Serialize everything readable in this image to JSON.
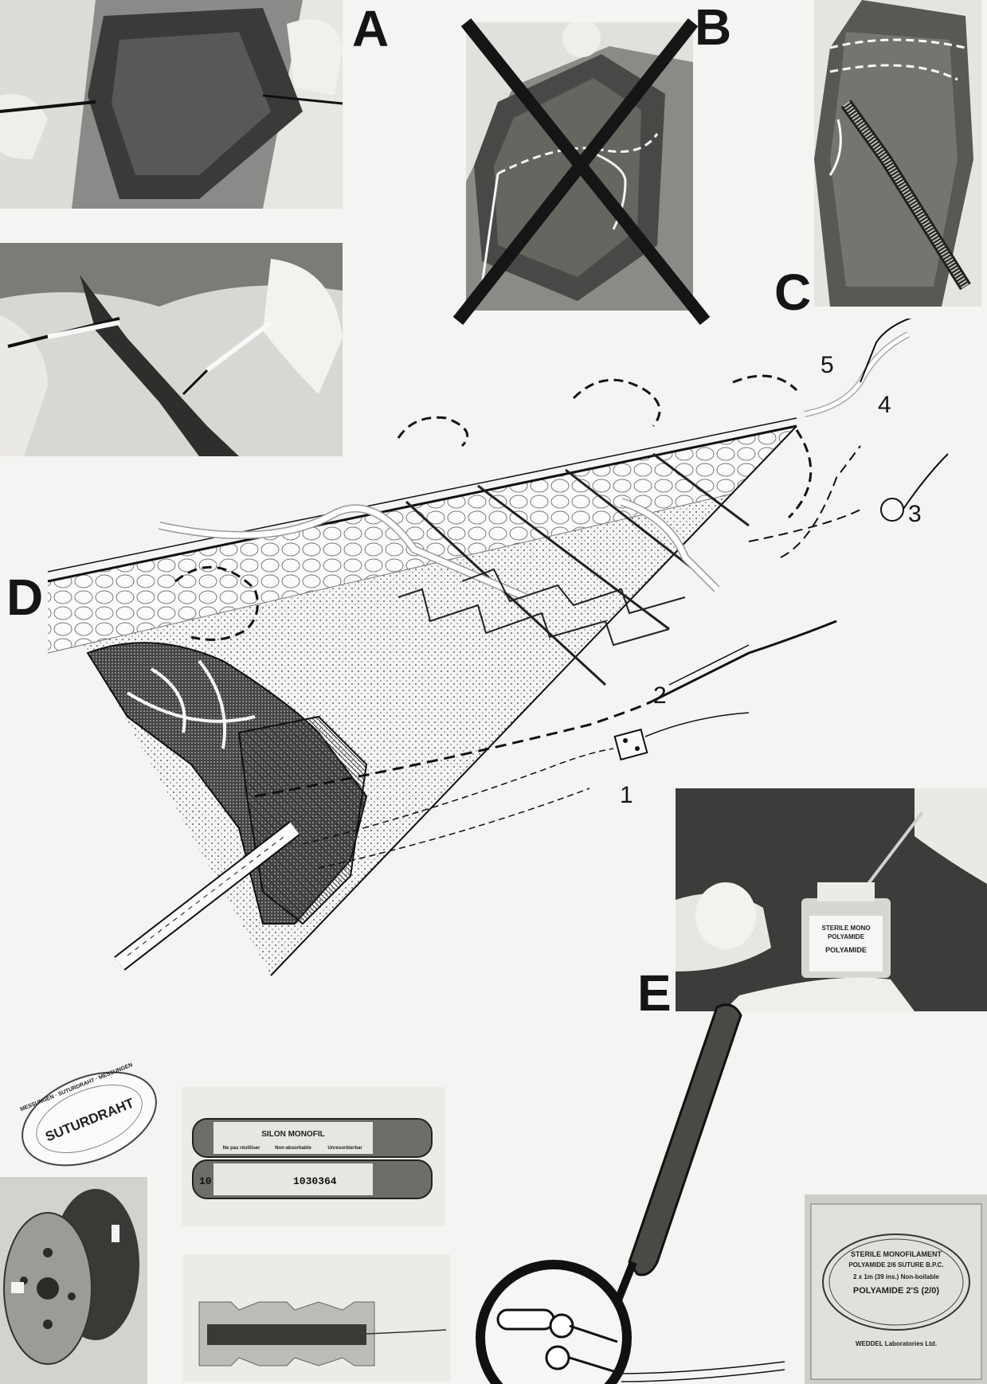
{
  "panels": {
    "a": {
      "label": "A"
    },
    "b": {
      "label": "B"
    },
    "c": {
      "label": "C"
    },
    "d": {
      "label": "D",
      "numbers": [
        "1",
        "2",
        "3",
        "4",
        "5"
      ]
    },
    "e": {
      "label": "E",
      "jar_lines": [
        "STERILE MONO",
        "POLYAMIDE",
        "POLYAMIDE"
      ]
    }
  },
  "labels": {
    "oval_word": "SUTURDRAHT",
    "oval_ring": "MESSUNGEN · SUTURDRAHT · MESSUNGEN",
    "box_title": "SILON MONOFIL",
    "box_cols": [
      "Ne pas réutiliser",
      "Non-absorbable",
      "Unresorbierbar"
    ],
    "box_number_left": "10",
    "box_number_right": "1030364",
    "packet_lines": [
      "STERILE MONOFILAMENT",
      "POLYAMIDE 2/6 SUTURE B.P.C.",
      "2 x 1m (39 ins.)  Non-boilable",
      "POLYAMIDE 2'S (2/0)",
      "WEDDEL Laboratories Ltd."
    ]
  },
  "colors": {
    "ink": "#151515",
    "paper": "#f4f4f2"
  }
}
